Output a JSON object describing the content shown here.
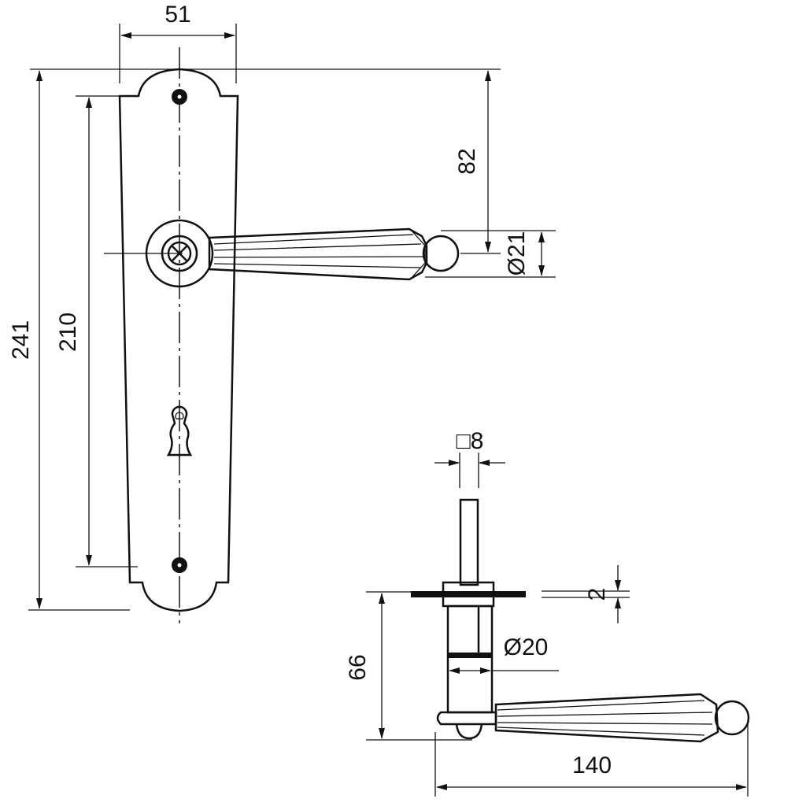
{
  "title": "Door handle on backplate – dimension drawing",
  "dimensions": {
    "plate_width": "51",
    "total_height": "241",
    "screw_distance": "210",
    "handle_height_from_top": "82",
    "grip_diameter": "Ø21",
    "spindle_square": "□8",
    "plate_thickness": "2",
    "rose_diameter": "Ø20",
    "handle_offset": "66",
    "handle_length": "140"
  },
  "colors": {
    "line": "#111111",
    "background": "#ffffff"
  }
}
